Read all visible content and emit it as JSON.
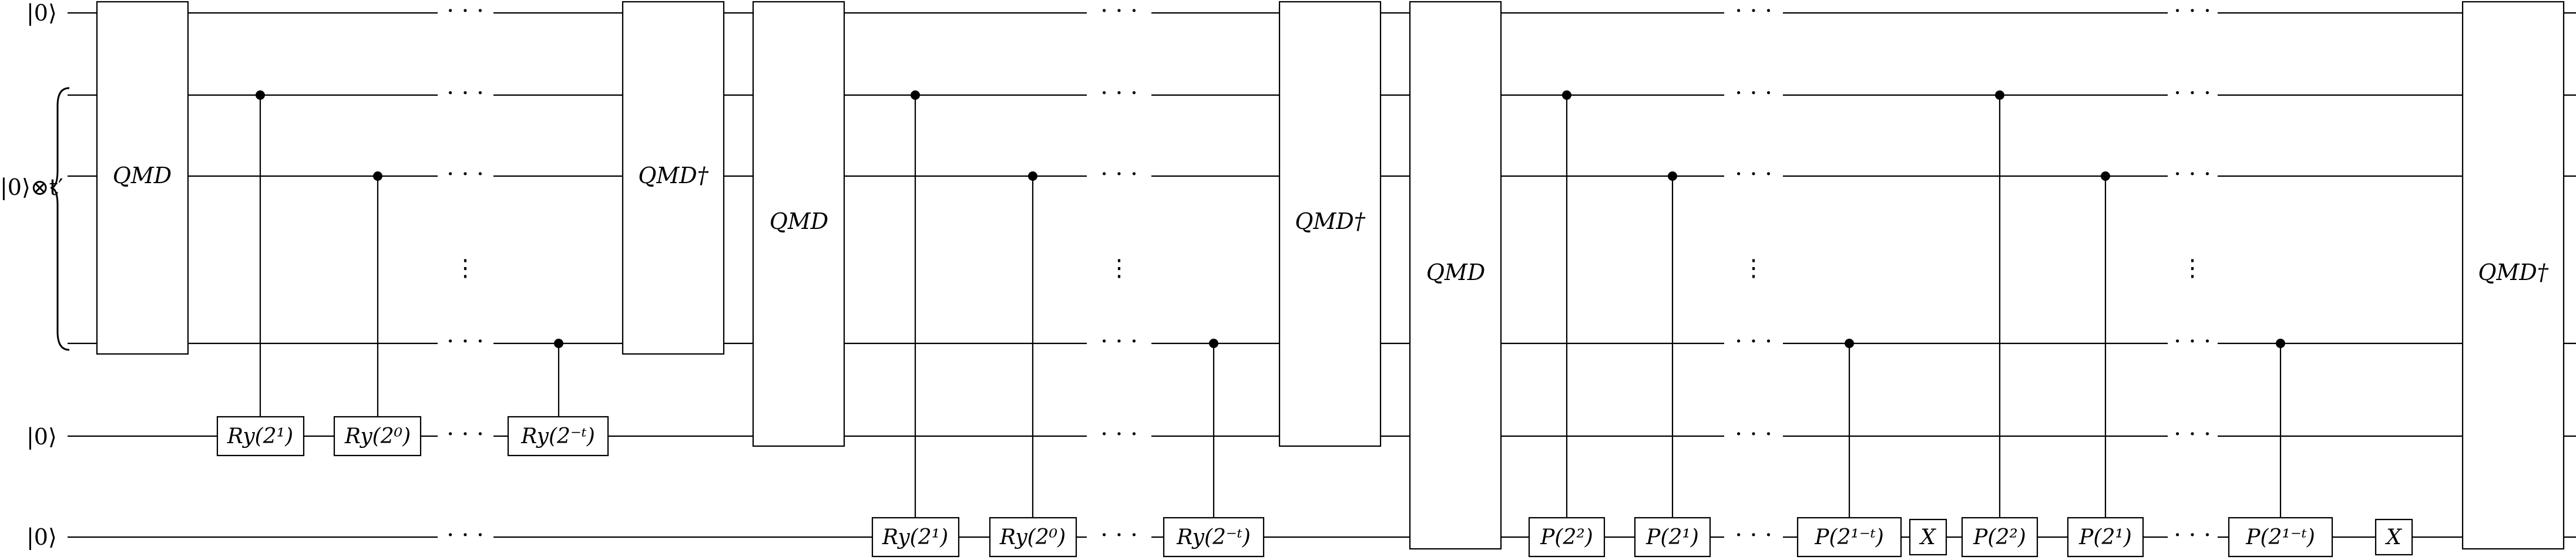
{
  "inputs": {
    "ket_zero": "|0⟩",
    "register_label": "|0⟩⊗t′"
  },
  "blocks": {
    "qmd": "QMD",
    "qmd_dagger": "QMD†"
  },
  "gates": {
    "ry_2_1": "Ry(2¹)",
    "ry_2_0": "Ry(2⁰)",
    "ry_2_minus_t": "Ry(2⁻ᵗ)",
    "p_2_2": "P(2²)",
    "p_2_1": "P(2¹)",
    "p_2_1_minus_t": "P(2¹⁻ᵗ)",
    "x": "X"
  },
  "ellipsis": {
    "horizontal": "· · ·",
    "vertical": "⋮"
  }
}
